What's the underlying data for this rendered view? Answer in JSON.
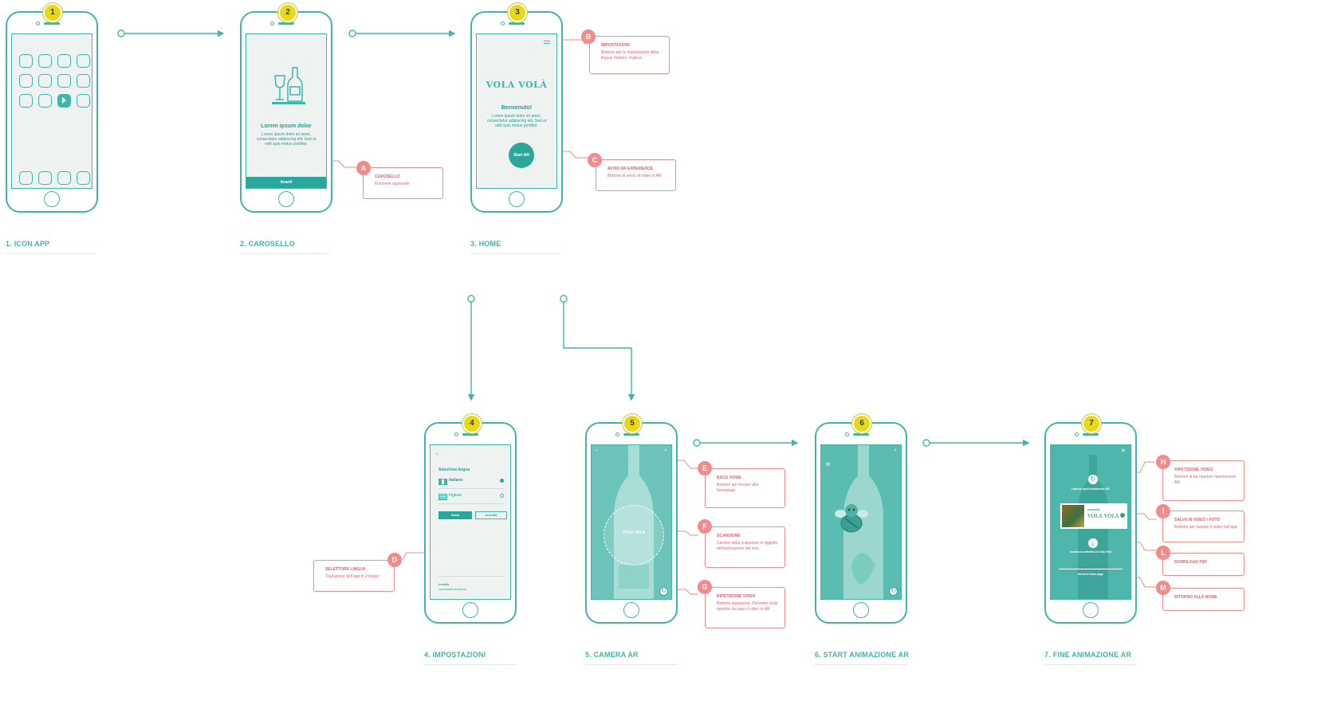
{
  "colors": {
    "teal": "#3fb6a8",
    "dark_teal": "#2aa79a",
    "coral": "#f28b8b",
    "coral_text": "#e8606c",
    "yellow": "#e8d81c",
    "screen_bg": "#eef2f1",
    "ar_bg": "#5bbcb2"
  },
  "steps": {
    "s1": {
      "number": "1",
      "caption": "1. ICON APP"
    },
    "s2": {
      "number": "2",
      "caption": "2. CAROSELLO",
      "title": "Lorem ipsum dolor",
      "body": "Lorem ipsum dolor sit amet, consectetur adipiscing elit. Sed ut velit quis metus porttitor.",
      "button": "Avanti"
    },
    "s3": {
      "number": "3",
      "caption": "3. HOME",
      "logo": "VOLA VOLÀ",
      "title": "Benvenuto!",
      "body": "Lorem ipsum dolor sit amet, consectetur adipiscing elit. Sed ut velit quis metus porttitor.",
      "button": "Start AR"
    },
    "s4": {
      "number": "4",
      "caption": "4. IMPOSTAZIONI",
      "heading": "Seleziona lingua",
      "lang1": "Italiano",
      "lang2": "Inglese",
      "btn1": "Salva",
      "btn2": "Annulla",
      "footer1": "credits",
      "footer2": "commedia al buono"
    },
    "s5": {
      "number": "5",
      "caption": "5. CAMERA AR",
      "label_text": "VOLA VOLA"
    },
    "s6": {
      "number": "6",
      "caption": "6. START ANIMAZIONE AR"
    },
    "s7": {
      "number": "7",
      "caption": "7. FINE ANIMAZIONE AR",
      "text1": "rilascia ripeti animazione AR",
      "share_label": "condividi",
      "logo": "VOLA VOLÀ",
      "text2": "scarica la cartolina di Vola Volà",
      "back_link": "torna al home page"
    }
  },
  "annotations": {
    "A": {
      "letter": "A",
      "title": "CAROSELLO",
      "body": "Funzione opzionale"
    },
    "B": {
      "letter": "B",
      "title": "IMPOSTAZIONI",
      "body": "Bottone per le impostazioni della lingua. Italiano, Inglese"
    },
    "C": {
      "letter": "C",
      "title": "AVVIO AR EXPERIENCE",
      "body": "Bottone di avvio di video in AR"
    },
    "D": {
      "letter": "D",
      "title": "SELETTORE LINGUA",
      "body": "Traduzione dell'app in 2 lingue"
    },
    "E": {
      "letter": "E",
      "title": "BACK HOME",
      "body": "Bottone per tornare alla homepage"
    },
    "F": {
      "letter": "F",
      "title": "SCANSIONE",
      "body": "Cerchio della scansione in oggetto dell'animazione del vino"
    },
    "G": {
      "letter": "G",
      "title": "RIPETIZIONE VIDEO",
      "body": "Bottone ripetizione. Permette di far ripartire da capo il video in AR"
    },
    "H": {
      "letter": "H",
      "title": "RIPETIZIONE VIDEO",
      "body": "Bottone di far ripartire l'animazione AR"
    },
    "I": {
      "letter": "I",
      "title": "SALVA IN VIDEO / FOTO",
      "body": "Bottone per salvare il video nell'app"
    },
    "L": {
      "letter": "L",
      "title": "DOWNLOAD PDF",
      "body": ""
    },
    "M": {
      "letter": "M",
      "title": "RITORNO ALLA HOME",
      "body": ""
    }
  }
}
